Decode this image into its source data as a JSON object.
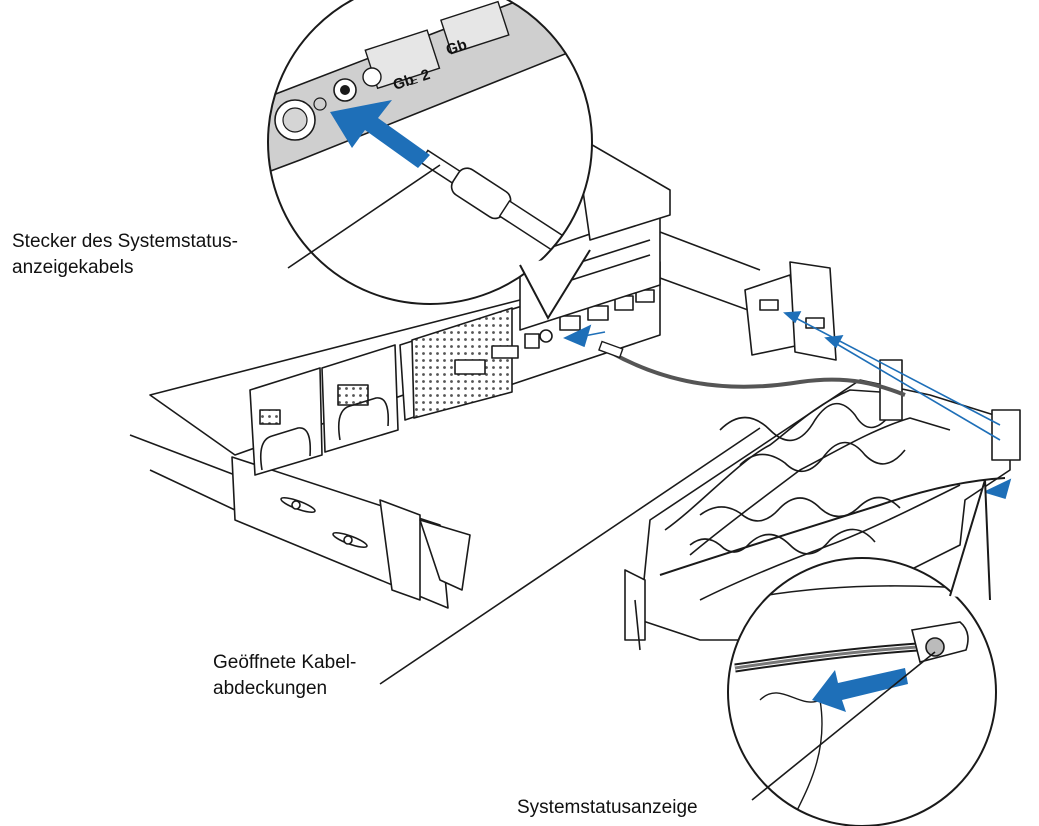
{
  "callouts": {
    "plug": {
      "line1": "Stecker des Systemstatus-",
      "line2": "anzeigekabels"
    },
    "covers": {
      "line1": "Geöffnete Kabel-",
      "line2": "abdeckungen"
    },
    "indicator": {
      "line1": "Systemstatusanzeige"
    }
  },
  "inset_ports": {
    "port_a": "Gb",
    "port_b": "Gb",
    "port_b_num": "2"
  },
  "colors": {
    "arrow": "#1e6fb8",
    "line": "#1a1a1a",
    "panel": "#cfcfcf",
    "background": "#ffffff"
  }
}
